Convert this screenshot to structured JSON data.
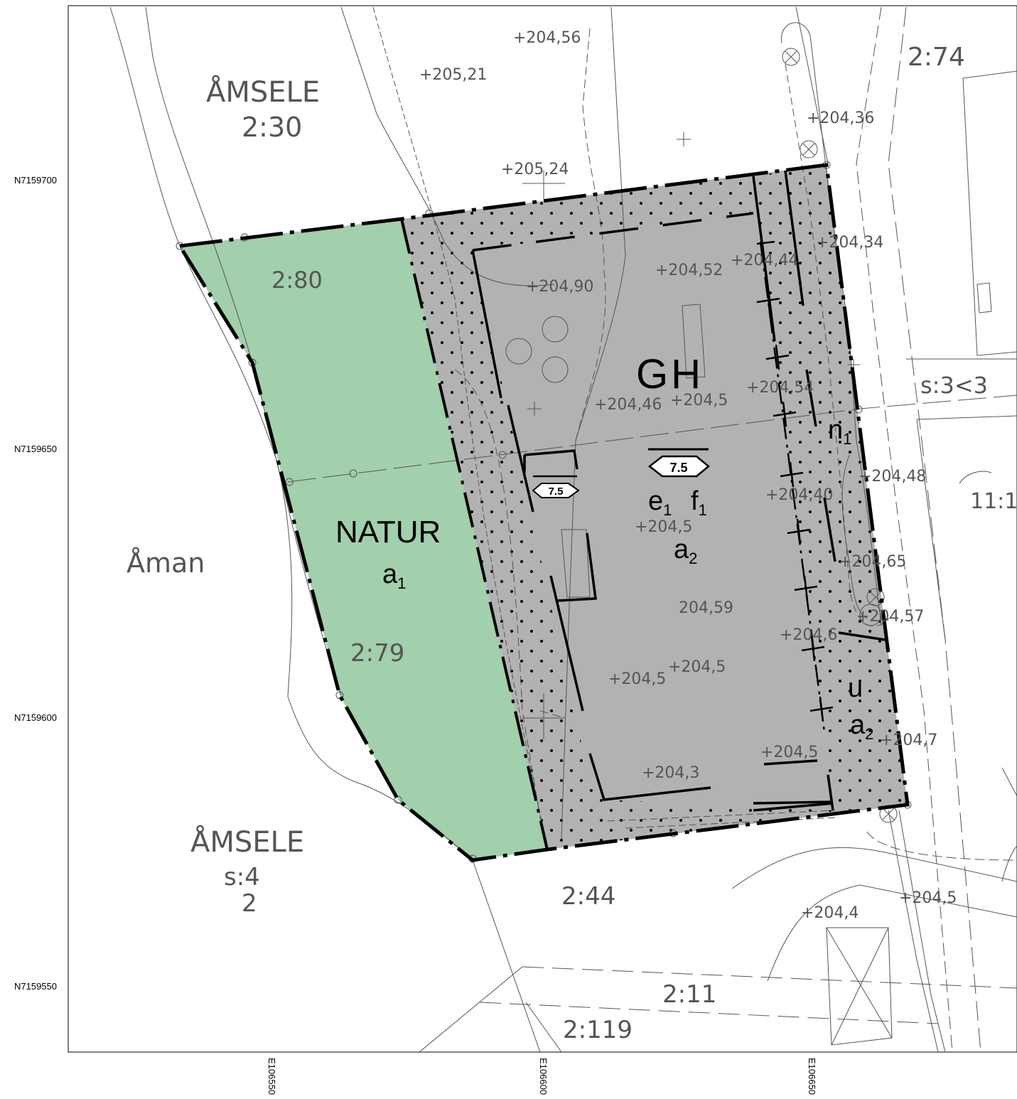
{
  "colors": {
    "natur_fill": "#a2cfac",
    "gh_fill": "#b2b2b2",
    "line": "#000000",
    "thin": "#555555"
  },
  "grid": {
    "n_labels": [
      "N7159700",
      "N7159650",
      "N7159600",
      "N7159550"
    ],
    "e_labels": [
      "E106550",
      "E106600",
      "E106650"
    ]
  },
  "property_labels": {
    "amsele_230_name": "ÅMSELE",
    "amsele_230_num": "2:30",
    "p274": "2:74",
    "p280": "2:80",
    "s33": "s:3<3",
    "p111": "11:1",
    "aman": "Åman",
    "p279": "2:79",
    "amsele_s4_name": "ÅMSELE",
    "amsele_s4_num": "s:4",
    "amsele_s4_sub": "2",
    "p244": "2:44",
    "p211": "2:11",
    "p2119": "2:119"
  },
  "elevations": [
    "+204,56",
    "+205,21",
    "+204,36",
    "+205,24",
    "+204,34",
    "+204,52",
    "+204,44",
    "+204,90",
    "+204,46",
    "+204,5",
    "+204,54",
    "+204,48",
    "+204,40",
    "+204,5",
    "+204,65",
    "204,59",
    "+204,57",
    "+204,6",
    "+204,5",
    "+204,5",
    "+204,7",
    "+204,5",
    "+204,3",
    "+204,5",
    "+204,4"
  ],
  "zones": {
    "gh_code": "GH",
    "natur_code": "NATUR",
    "natur_a": "a",
    "natur_a_sub": "1",
    "gh_e": "e",
    "gh_e_sub": "1",
    "gh_f": "f",
    "gh_f_sub": "1",
    "gh_a": "a",
    "gh_a_sub": "2",
    "n_letter": "n",
    "n_sub": "1",
    "u_letter": "u",
    "u_a": "a",
    "u_a_sub": "2",
    "height_main": "7.5",
    "height_small": "7.5"
  }
}
